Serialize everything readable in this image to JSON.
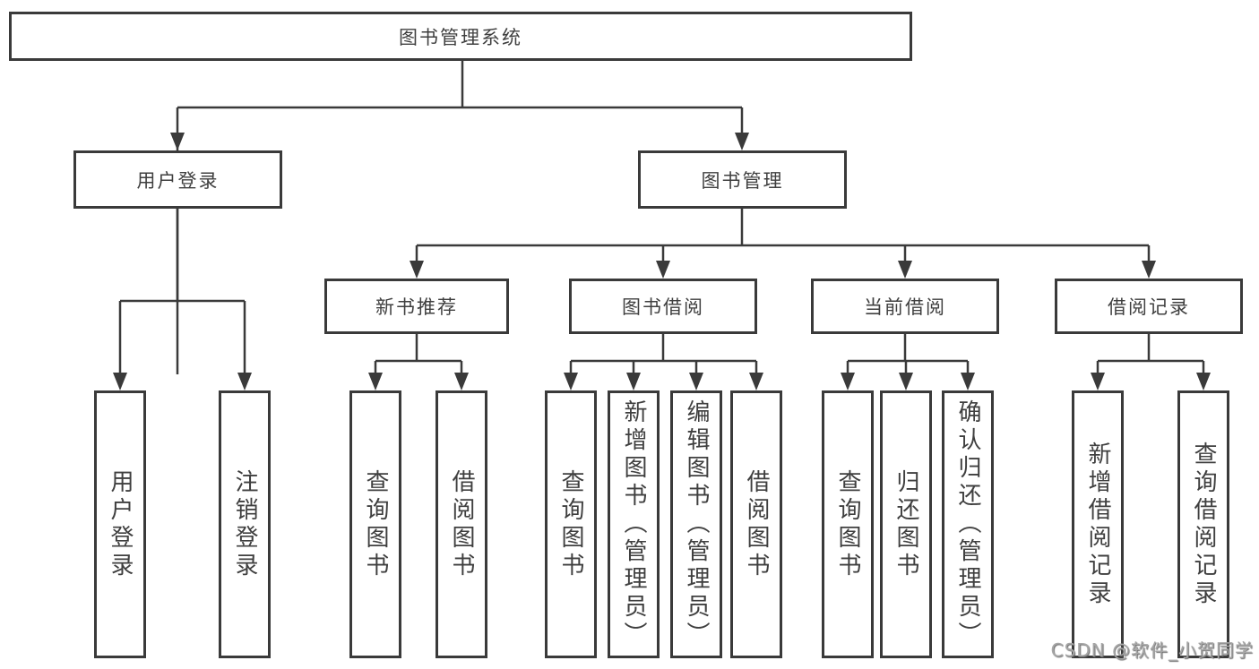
{
  "diagram": {
    "root": "图书管理系统",
    "level2": {
      "user_login": "用户登录",
      "book_management": "图书管理"
    },
    "level3": {
      "new_book_recommend": "新书推荐",
      "book_borrow": "图书借阅",
      "current_borrow": "当前借阅",
      "borrow_records": "借阅记录"
    },
    "leaves": {
      "user_login": "用户登录",
      "logout": "注销登录",
      "recommend_query_books": "查询图书",
      "recommend_borrow_books": "借阅图书",
      "borrow_query_books": "查询图书",
      "add_books_admin": "新增图书（管理员）",
      "edit_books_admin": "编辑图书（管理员）",
      "borrow_borrow_books": "借阅图书",
      "current_query_books": "查询图书",
      "return_books": "归还图书",
      "confirm_return_admin": "确认归还（管理员）",
      "add_borrow_record": "新增借阅记录",
      "query_borrow_record": "查询借阅记录"
    }
  },
  "watermark": "CSDN @软件_小贺同学",
  "colors": {
    "line": "#3a3a3a",
    "text": "#3f3f3f",
    "watermark": "#a6a6a6",
    "background": "#ffffff"
  }
}
